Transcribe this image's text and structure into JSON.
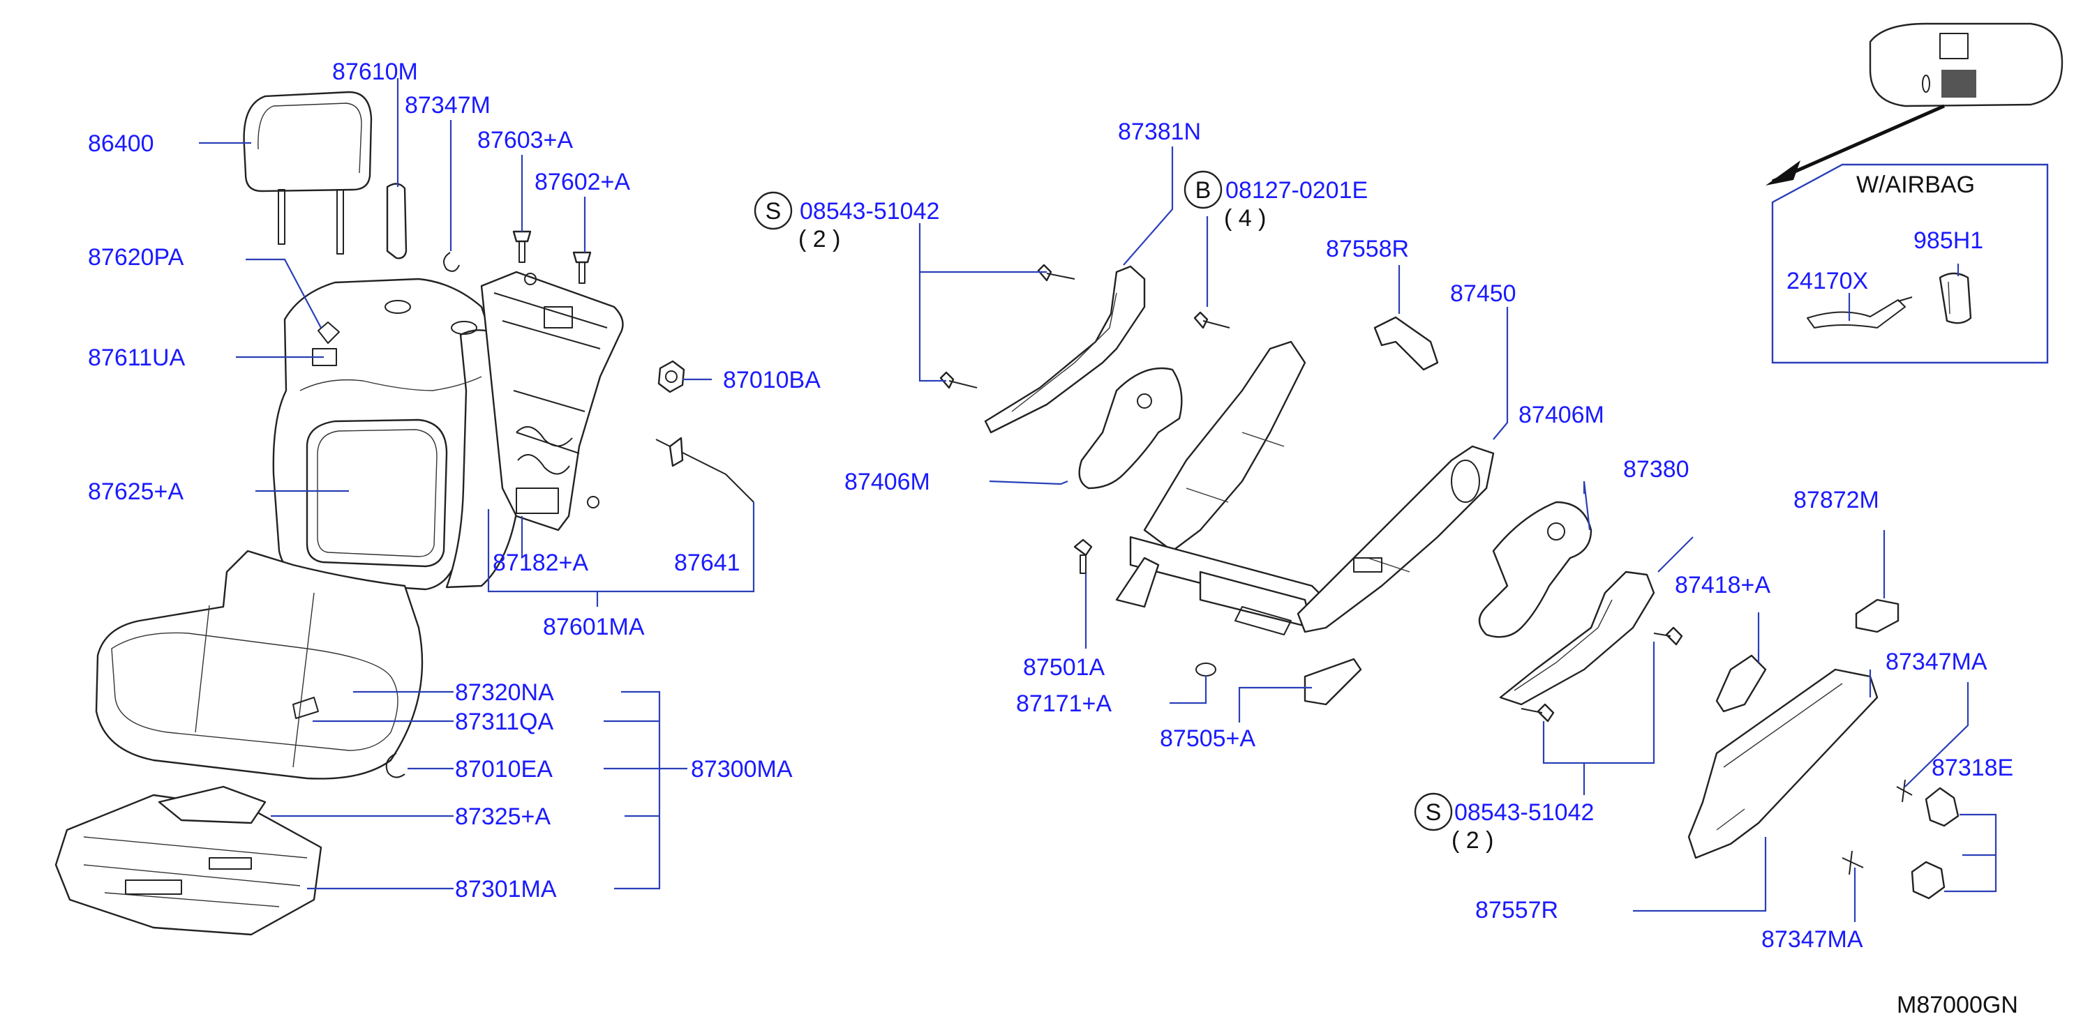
{
  "diagram_code": "M87000GN",
  "accent_color": "#1a1aff",
  "leader_color": "#2a3fb8",
  "labels": {
    "p86400": "86400",
    "p87610M": "87610M",
    "p87347M": "87347M",
    "p87603A": "87603+A",
    "p87602A": "87602+A",
    "p87620PA": "87620PA",
    "p87611UA": "87611UA",
    "p87010BA": "87010BA",
    "p87625A": "87625+A",
    "p87641": "87641",
    "p87182A": "87182+A",
    "p87601MA": "87601MA",
    "p87320NA": "87320NA",
    "p87311QA": "87311QA",
    "p87010EA": "87010EA",
    "p87300MA": "87300MA",
    "p87325A": "87325+A",
    "p87301MA": "87301MA",
    "p87381N": "87381N",
    "s1_code": "08543-51042",
    "s1_qty": "( 2 )",
    "b_code": "08127-0201E",
    "b_qty": "( 4 )",
    "p87558R": "87558R",
    "p87450": "87450",
    "p87406M_left": "87406M",
    "p87406M_right": "87406M",
    "p87380": "87380",
    "p87501A": "87501A",
    "p87171A": "87171+A",
    "p87505A": "87505+A",
    "p87418A": "87418+A",
    "p87872M": "87872M",
    "p87347MA_top": "87347MA",
    "p87318E": "87318E",
    "s2_code": "08543-51042",
    "s2_qty": "( 2 )",
    "p87557R": "87557R",
    "p87347MA_bottom": "87347MA",
    "w_airbag": "W/AIRBAG",
    "p24170X": "24170X",
    "p985H1": "985H1",
    "symbol_s": "S",
    "symbol_b": "B"
  }
}
